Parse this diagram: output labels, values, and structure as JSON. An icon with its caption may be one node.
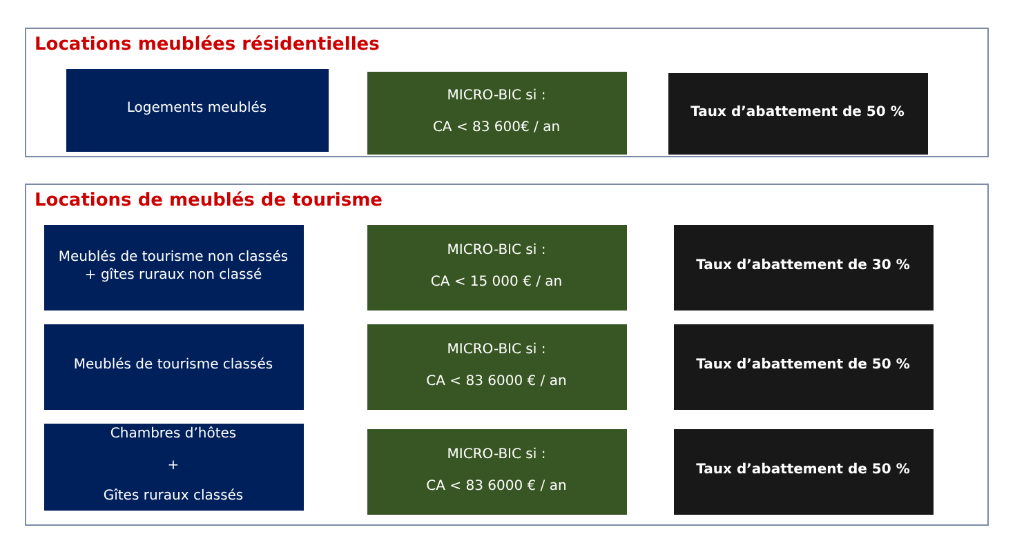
{
  "diagram": {
    "nodes": [
      {
        "text": [
          "Locations meublées résidentielles"
        ]
      },
      {
        "text": [
          "Logements meublés"
        ],
        "in": 0
      },
      {
        "text": [
          "MICRO-BIC si :",
          "CA < 83 600€ / an"
        ],
        "in": 0
      },
      {
        "text": [
          "Taux d’abattement de 50 %"
        ],
        "in": 0
      },
      {
        "text": [
          "Locations de meublés de tourisme"
        ]
      },
      {
        "text": [
          "Meublés de tourisme non classés + gîtes ruraux non classé"
        ],
        "in": 4
      },
      {
        "text": [
          "MICRO-BIC si :",
          "CA < 15 000 € / an"
        ],
        "in": 4
      },
      {
        "text": [
          "Taux d’abattement de 30 %"
        ],
        "in": 4
      },
      {
        "text": [
          "Meublés de tourisme classés"
        ],
        "in": 4
      },
      {
        "text": [
          "MICRO-BIC si :",
          "CA < 83 6000 € / an"
        ],
        "in": 4
      },
      {
        "text": [
          "Taux d’abattement de 50 %"
        ],
        "in": 4
      },
      {
        "text": [
          "Chambres d’hôtes",
          "+",
          "Gîtes ruraux classés"
        ],
        "in": 4
      },
      {
        "text": [
          "MICRO-BIC si :",
          "CA < 83 6000 € / an"
        ],
        "in": 4
      },
      {
        "text": [
          "Taux d’abattement de 50 %"
        ],
        "in": 4
      }
    ],
    "edges": []
  }
}
